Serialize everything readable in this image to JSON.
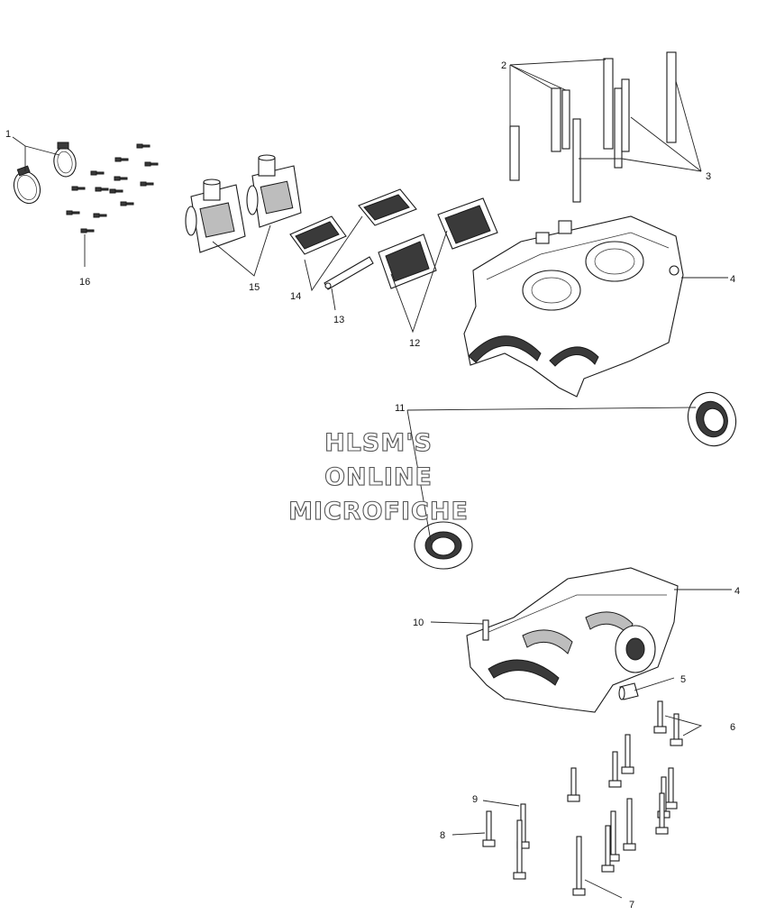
{
  "callouts": {
    "c1": "1",
    "c2": "2",
    "c3": "3",
    "c4a": "4",
    "c4b": "4",
    "c5": "5",
    "c6": "6",
    "c7": "7",
    "c8": "8",
    "c9": "9",
    "c10": "10",
    "c11": "11",
    "c12": "12",
    "c13": "13",
    "c14": "14",
    "c15": "15",
    "c16": "16"
  },
  "watermark": {
    "line1": "HLSM'S",
    "line2": "ONLINE",
    "line3": "MICROFICHE"
  }
}
